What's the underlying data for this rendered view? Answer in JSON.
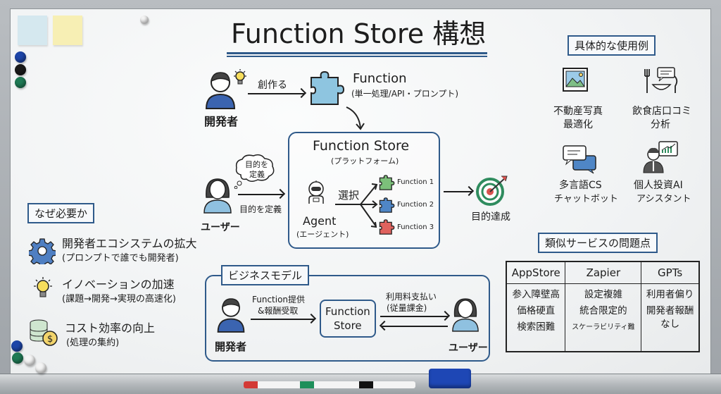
{
  "title": "Function Store 構想",
  "top_flow": {
    "developer_label": "開発者",
    "create_label": "創作る",
    "function_title": "Function",
    "function_subtitle": "(単一処理/API・プロンプト)"
  },
  "store": {
    "title": "Function Store",
    "subtitle": "(プラットフォーム)",
    "agent_label": "Agent",
    "agent_sub": "(エージェント)",
    "select_label": "選択",
    "functions": [
      "Function 1",
      "Function 2",
      "Function 3"
    ],
    "function_colors": [
      "#7cc07a",
      "#4f86c6",
      "#e0625e"
    ]
  },
  "user_flow": {
    "thought": "目的を\n定義",
    "thought_line1": "目的を",
    "thought_line2": "定義",
    "arrow_label": "目的を定義",
    "user_label": "ユーザー",
    "goal_label": "目的達成"
  },
  "why": {
    "header": "なぜ必要か",
    "items": [
      {
        "icon": "gear-icon",
        "title": "開発者エコシステムの拡大",
        "sub": "(プロンプトで誰でも開発者)"
      },
      {
        "icon": "lightbulb-icon",
        "title": "イノベーションの加速",
        "sub": "(課題→開発→実現の高速化)"
      },
      {
        "icon": "coins-icon",
        "title": "コスト効率の向上",
        "sub": "(処理の集約)"
      }
    ]
  },
  "business": {
    "header": "ビジネスモデル",
    "developer_label": "開発者",
    "provide_line1": "Function提供",
    "provide_line2": "&報酬受取",
    "store_line1": "Function",
    "store_line2": "Store",
    "pay_line1": "利用料支払い",
    "pay_line2": "(従量課金)",
    "user_label": "ユーザー"
  },
  "use_cases": {
    "header": "具体的な使用例",
    "items": [
      {
        "icon": "photo-icon",
        "line1": "不動産写真",
        "line2": "最適化"
      },
      {
        "icon": "restaurant-review-icon",
        "line1": "飲食店口コミ",
        "line2": "分析"
      },
      {
        "icon": "chat-icon",
        "line1": "多言語CS",
        "line2": "チャットボット"
      },
      {
        "icon": "investor-chart-icon",
        "line1": "個人投資AI",
        "line2": "アシスタント"
      }
    ]
  },
  "problems": {
    "header": "類似サービスの問題点",
    "columns": [
      "AppStore",
      "Zapier",
      "GPTs"
    ],
    "rows": [
      [
        "参入障壁高",
        "設定複雑",
        "利用者偏り"
      ],
      [
        "価格硬直",
        "統合限定的",
        "開発者報酬"
      ],
      [
        "検索困難",
        "スケーラビリティ難",
        "なし"
      ]
    ]
  },
  "colors": {
    "accent_blue": "#2f5a8a",
    "person_blue": "#3b64b0",
    "user_light_blue": "#8fc1e0",
    "goal_green": "#2f8c5e",
    "goal_red": "#d9534f"
  }
}
